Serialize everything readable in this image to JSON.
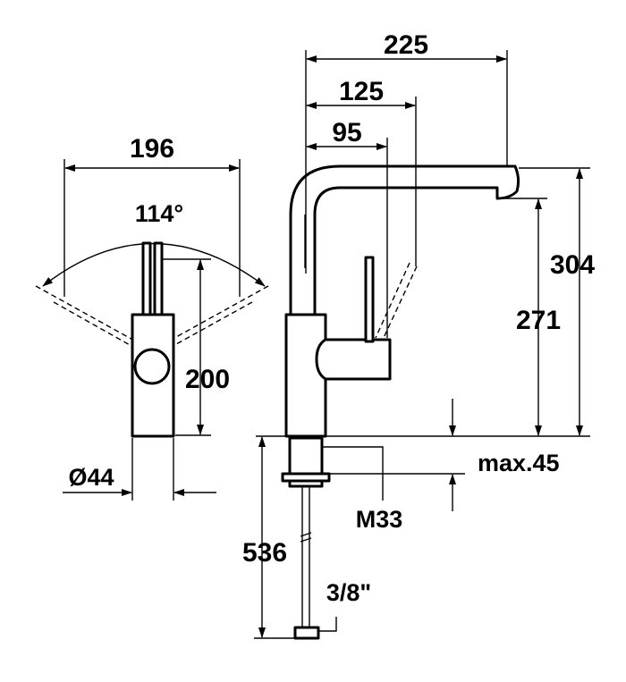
{
  "dimensions": {
    "overall_reach": "225",
    "spout_to_lever": "125",
    "body_to_lever": "95",
    "side_width": "196",
    "swivel_angle": "114°",
    "side_height": "200",
    "base_diameter": "Ø44",
    "overall_height": "304",
    "outlet_height": "271",
    "max_counter_thickness": "max.45",
    "thread_size": "M33",
    "hose_length": "536",
    "hose_connection": "3/8\""
  },
  "colors": {
    "line": "#000000",
    "background": "#ffffff"
  }
}
